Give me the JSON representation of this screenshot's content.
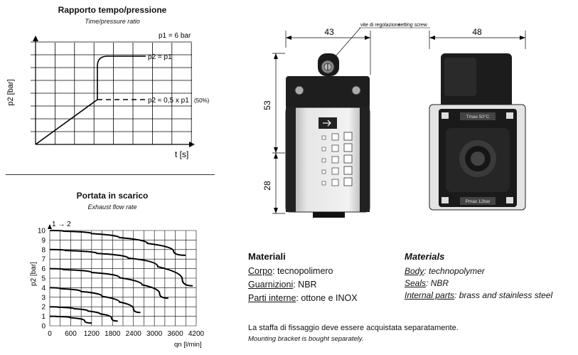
{
  "pressure_chart": {
    "title": "Rapporto tempo/pressione",
    "subtitle": "Time/pressure ratio",
    "ylabel": "p2 [bar]",
    "xlabel": "t [s]",
    "legend": "p1 = 6 bar",
    "line_full_label": "p2 = p1",
    "line_half_label": "p2 ≈ 0,5 x p1",
    "line_half_pct": "(50%)"
  },
  "flow_chart": {
    "title": "Portata in scarico",
    "subtitle": "Exhaust flow rate",
    "flow_direction": "1 → 2",
    "ylabel": "p2 [bar]",
    "xlabel": "qn [l/min]"
  },
  "chart_data": {
    "type": "line",
    "title": "Portata in scarico",
    "subtitle": "Exhaust flow rate",
    "xlabel": "qn [l/min]",
    "ylabel": "p2 [bar]",
    "xlim": [
      0,
      4200
    ],
    "ylim": [
      0,
      10
    ],
    "x_ticks": [
      "0",
      "600",
      "1200",
      "1800",
      "2400",
      "3000",
      "3600",
      "4200"
    ],
    "y_ticks": [
      "0",
      "1",
      "2",
      "3",
      "4",
      "5",
      "6",
      "7",
      "8",
      "9",
      "10"
    ],
    "grid": true,
    "series": [
      {
        "x": [
          0,
          800,
          1600,
          2400,
          3200,
          3900
        ],
        "y": [
          10,
          9.85,
          9.5,
          9.0,
          8.3,
          7.4
        ]
      },
      {
        "x": [
          0,
          900,
          1800,
          2700,
          3500,
          4100
        ],
        "y": [
          8,
          7.8,
          7.4,
          6.8,
          5.6,
          4.2
        ]
      },
      {
        "x": [
          0,
          800,
          1600,
          2400,
          2900,
          3400
        ],
        "y": [
          6,
          5.8,
          5.4,
          4.7,
          3.9,
          2.9
        ]
      },
      {
        "x": [
          0,
          600,
          1200,
          1800,
          2200,
          2600
        ],
        "y": [
          4,
          3.8,
          3.4,
          2.8,
          2.2,
          1.4
        ]
      },
      {
        "x": [
          0,
          500,
          900,
          1300,
          1600,
          1950
        ],
        "y": [
          2,
          1.9,
          1.7,
          1.4,
          1.1,
          0.5
        ]
      },
      {
        "x": [
          0,
          400,
          800,
          1200
        ],
        "y": [
          1,
          0.95,
          0.75,
          0.3
        ]
      }
    ]
  },
  "drawing": {
    "dim_front_width": "43",
    "dim_side_width": "48",
    "dim_upper_height": "53",
    "dim_lower_height": "28",
    "screw_label": "vite di regolazione",
    "screw_label_en": "setting screw",
    "tmax_label": "Tmax 50°C",
    "pmax_label": "Pmax 12bar"
  },
  "materials_it": {
    "heading": "Materiali",
    "body_key": "Corpo",
    "body_val": ": tecnopolimero",
    "seals_key": "Guarnizioni",
    "seals_val": ": NBR",
    "parts_key": "Parti interne",
    "parts_val": ": ottone e INOX"
  },
  "materials_en": {
    "heading": "Materials",
    "body_key": "Body",
    "body_val": ": technopolymer",
    "seals_key": "Seals",
    "seals_val": ": NBR",
    "parts_key": "Internal parts",
    "parts_val": ": brass and stainless steel"
  },
  "notes": {
    "it": "La staffa di fissaggio deve essere acquistata separatamente.",
    "en": "Mounting bracket is bought separately."
  }
}
